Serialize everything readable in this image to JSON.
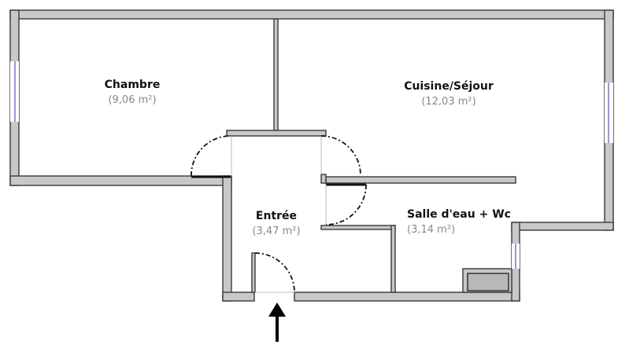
{
  "rooms": [
    {
      "name": "Chambre",
      "area": "(9,06 m²)"
    },
    {
      "name": "Cuisine/Séjour",
      "area": "(12,03 m²)"
    },
    {
      "name": "Entrée",
      "area": "(3,47 m²)"
    },
    {
      "name": "Salle d'eau + Wc",
      "area": "(3,14 m²)"
    }
  ],
  "colors": {
    "wall": "#c8c8c8",
    "wall_outline": "#444444",
    "window": "#5050c8"
  }
}
